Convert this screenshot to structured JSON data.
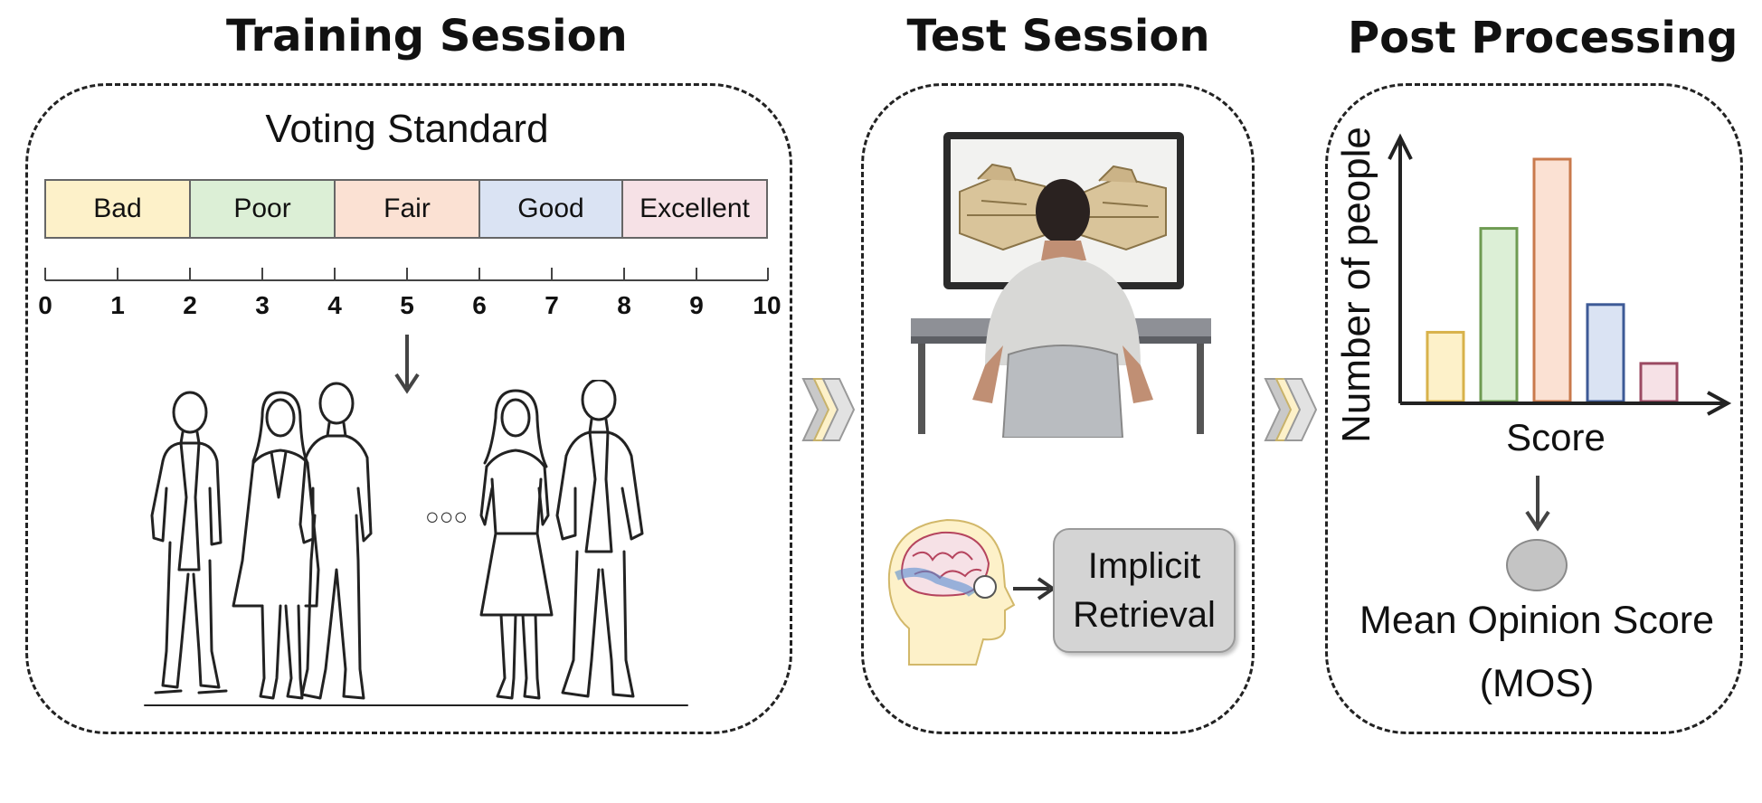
{
  "sections": {
    "training": {
      "title": "Training Session",
      "voting_standard_title": "Voting Standard",
      "grades": [
        {
          "label": "Bad",
          "color": "#fdf1c9"
        },
        {
          "label": "Poor",
          "color": "#dcefd6"
        },
        {
          "label": "Fair",
          "color": "#fbe1d3"
        },
        {
          "label": "Good",
          "color": "#dae3f3"
        },
        {
          "label": "Excellent",
          "color": "#f6e1e6"
        }
      ],
      "scale_ticks": [
        "0",
        "1",
        "2",
        "3",
        "4",
        "5",
        "6",
        "7",
        "8",
        "9",
        "10"
      ],
      "ellipsis": "○○○"
    },
    "test": {
      "title": "Test Session",
      "retrieval_line1": "Implicit",
      "retrieval_line2": "Retrieval"
    },
    "post": {
      "title": "Post Processing",
      "ylabel": "Number of people",
      "xlabel": "Score",
      "mos_line1": "Mean Opinion Score",
      "mos_line2": "(MOS)"
    }
  },
  "chart_data": {
    "type": "bar",
    "xlabel": "Score",
    "ylabel": "Number of people",
    "values": [
      2,
      5,
      7,
      2.8,
      1.1
    ],
    "colors": [
      {
        "fill": "#fdf1c9",
        "stroke": "#d8b24a"
      },
      {
        "fill": "#dcefd6",
        "stroke": "#6e9b52"
      },
      {
        "fill": "#fbe1d3",
        "stroke": "#c97a4c"
      },
      {
        "fill": "#dae3f3",
        "stroke": "#3d5a96"
      },
      {
        "fill": "#f6e1e6",
        "stroke": "#9b4a62"
      }
    ]
  }
}
